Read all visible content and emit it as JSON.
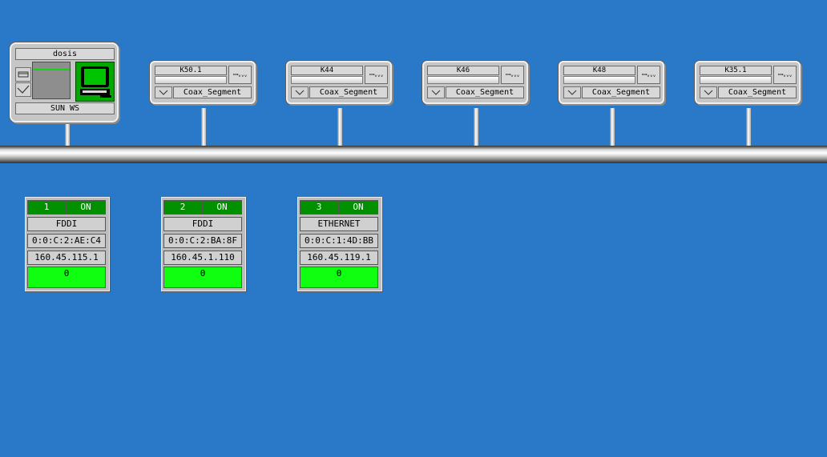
{
  "workstation": {
    "name": "dosis",
    "type": "SUN WS"
  },
  "segments": [
    {
      "name": "K50.1",
      "type": "Coax_Segment"
    },
    {
      "name": "K44",
      "type": "Coax_Segment"
    },
    {
      "name": "K46",
      "type": "Coax_Segment"
    },
    {
      "name": "K48",
      "type": "Coax_Segment"
    },
    {
      "name": "K35.1",
      "type": "Coax_Segment"
    }
  ],
  "interfaces": [
    {
      "index": "1",
      "state": "ON",
      "type": "FDDI",
      "mac": "0:0:C:2:AE:C4",
      "ip": "160.45.115.1",
      "count": "0"
    },
    {
      "index": "2",
      "state": "ON",
      "type": "FDDI",
      "mac": "0:0:C:2:BA:8F",
      "ip": "160.45.1.110",
      "count": "0"
    },
    {
      "index": "3",
      "state": "ON",
      "type": "ETHERNET",
      "mac": "0:0:C:1:4D:BB",
      "ip": "160.45.119.1",
      "count": "0"
    }
  ],
  "colors": {
    "background": "#2a78c8",
    "status_green": "#009000",
    "counter_green": "#10ff10"
  },
  "icons": {
    "segment_status": "connector-icon",
    "dropdown": "dropdown-arrow-icon",
    "monitor": "monitor-icon"
  }
}
